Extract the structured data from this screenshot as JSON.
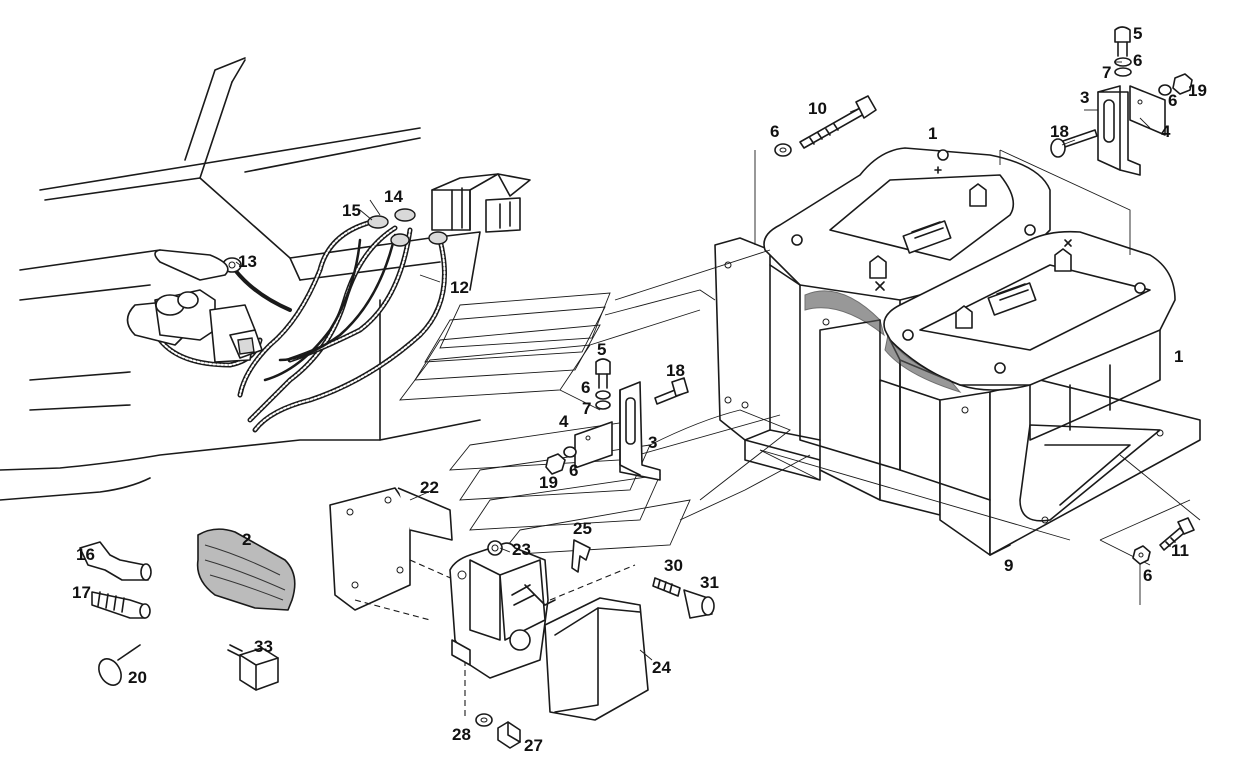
{
  "callouts": [
    {
      "id": "c1a",
      "label": "1"
    },
    {
      "id": "c1b",
      "label": "1"
    },
    {
      "id": "c2",
      "label": "2"
    },
    {
      "id": "c3a",
      "label": "3"
    },
    {
      "id": "c3b",
      "label": "3"
    },
    {
      "id": "c4a",
      "label": "4"
    },
    {
      "id": "c4b",
      "label": "4"
    },
    {
      "id": "c5a",
      "label": "5"
    },
    {
      "id": "c5b",
      "label": "5"
    },
    {
      "id": "c6a",
      "label": "6"
    },
    {
      "id": "c6b",
      "label": "6"
    },
    {
      "id": "c6c",
      "label": "6"
    },
    {
      "id": "c6d",
      "label": "6"
    },
    {
      "id": "c6e",
      "label": "6"
    },
    {
      "id": "c6f",
      "label": "6"
    },
    {
      "id": "c7a",
      "label": "7"
    },
    {
      "id": "c7b",
      "label": "7"
    },
    {
      "id": "c9",
      "label": "9"
    },
    {
      "id": "c10",
      "label": "10"
    },
    {
      "id": "c11",
      "label": "11"
    },
    {
      "id": "c12",
      "label": "12"
    },
    {
      "id": "c13",
      "label": "13"
    },
    {
      "id": "c14",
      "label": "14"
    },
    {
      "id": "c15",
      "label": "15"
    },
    {
      "id": "c16",
      "label": "16"
    },
    {
      "id": "c17",
      "label": "17"
    },
    {
      "id": "c18a",
      "label": "18"
    },
    {
      "id": "c18b",
      "label": "18"
    },
    {
      "id": "c19a",
      "label": "19"
    },
    {
      "id": "c19b",
      "label": "19"
    },
    {
      "id": "c20",
      "label": "20"
    },
    {
      "id": "c22",
      "label": "22"
    },
    {
      "id": "c23",
      "label": "23"
    },
    {
      "id": "c24",
      "label": "24"
    },
    {
      "id": "c25",
      "label": "25"
    },
    {
      "id": "c27",
      "label": "27"
    },
    {
      "id": "c28",
      "label": "28"
    },
    {
      "id": "c30",
      "label": "30"
    },
    {
      "id": "c31",
      "label": "31"
    },
    {
      "id": "c33",
      "label": "33"
    }
  ]
}
